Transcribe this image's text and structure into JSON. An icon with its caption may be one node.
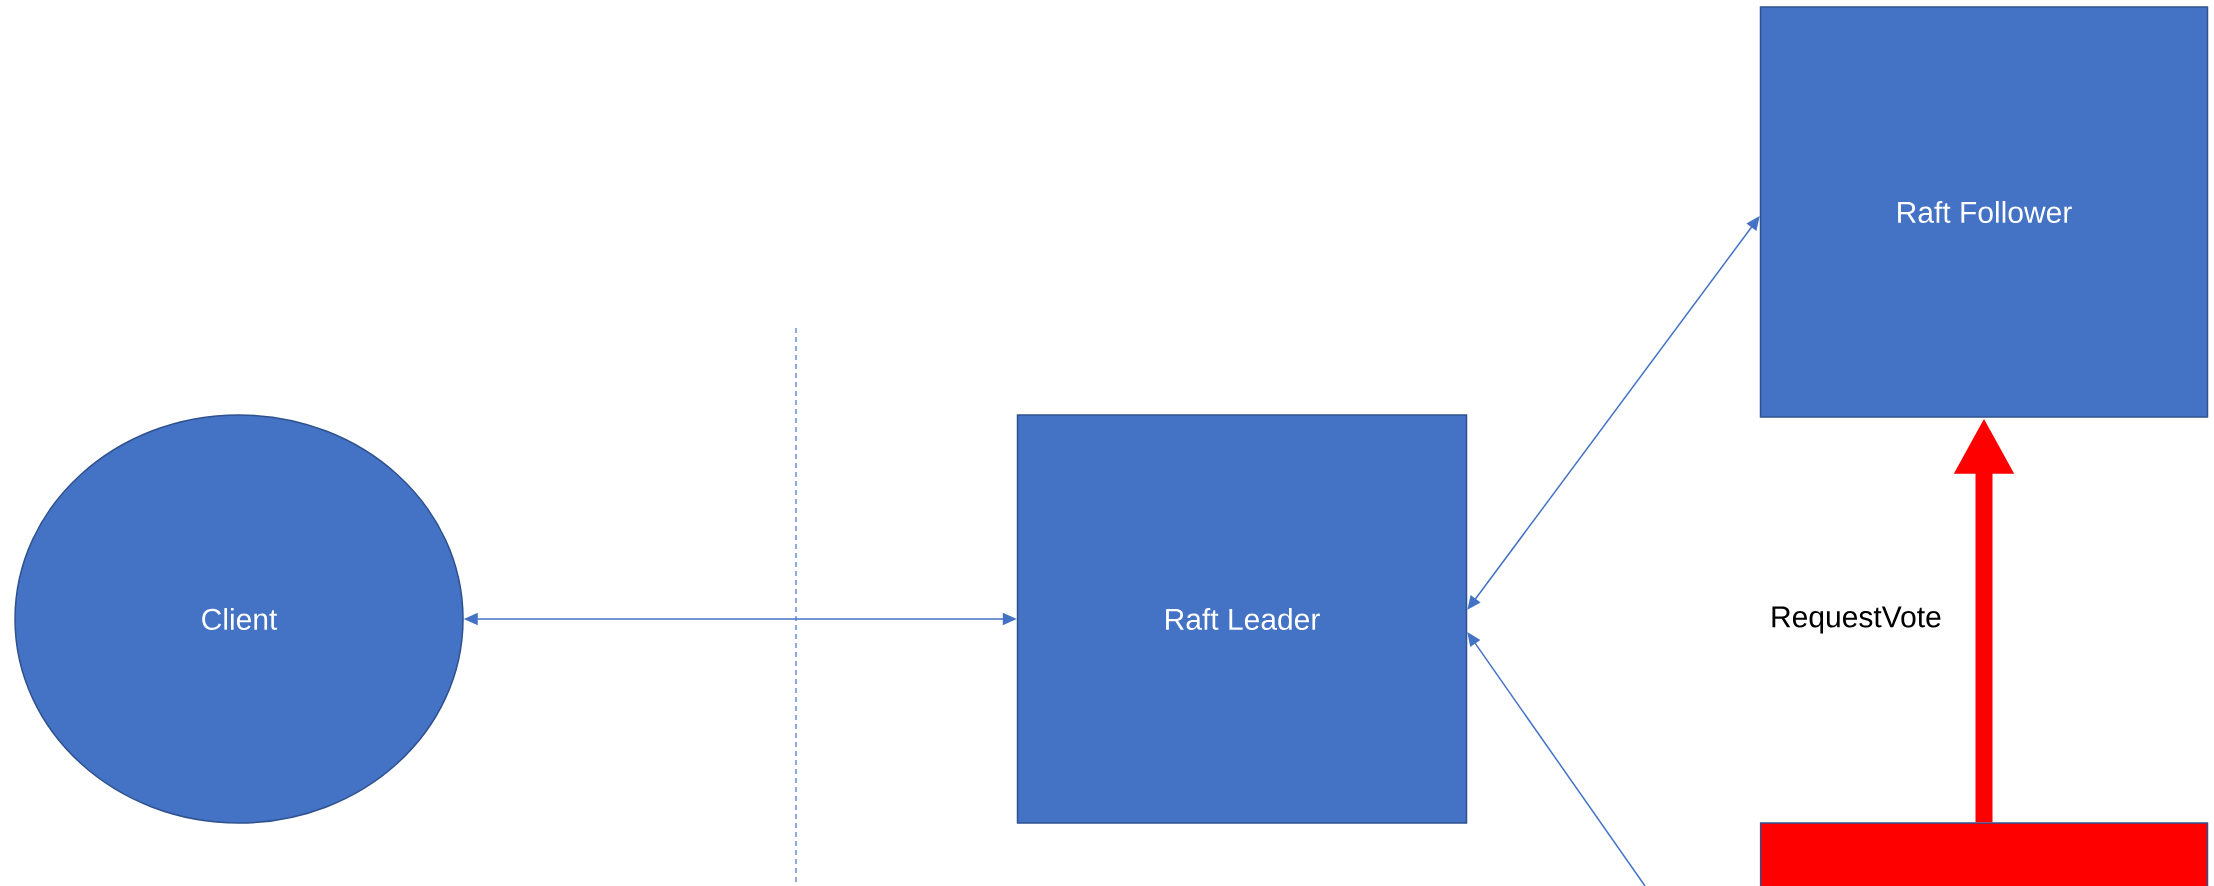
{
  "diagram": {
    "nodes": [
      {
        "text": [
          "Client"
        ]
      },
      {
        "text": [
          "Raft Leader"
        ]
      },
      {
        "text": [
          "Raft Follower"
        ]
      },
      {
        "text": [],
        "shape": "box"
      }
    ],
    "edges": [
      {
        "from": 0,
        "to": 1,
        "arrow": "both"
      },
      {
        "from": 1,
        "to": 2,
        "arrow": "both"
      },
      {
        "from": null,
        "to": 1,
        "arrow": "to"
      },
      {
        "from": 3,
        "to": 2,
        "arrow": "to",
        "label": "RequestVote",
        "style": "thick",
        "color": "#ff0000"
      }
    ]
  }
}
